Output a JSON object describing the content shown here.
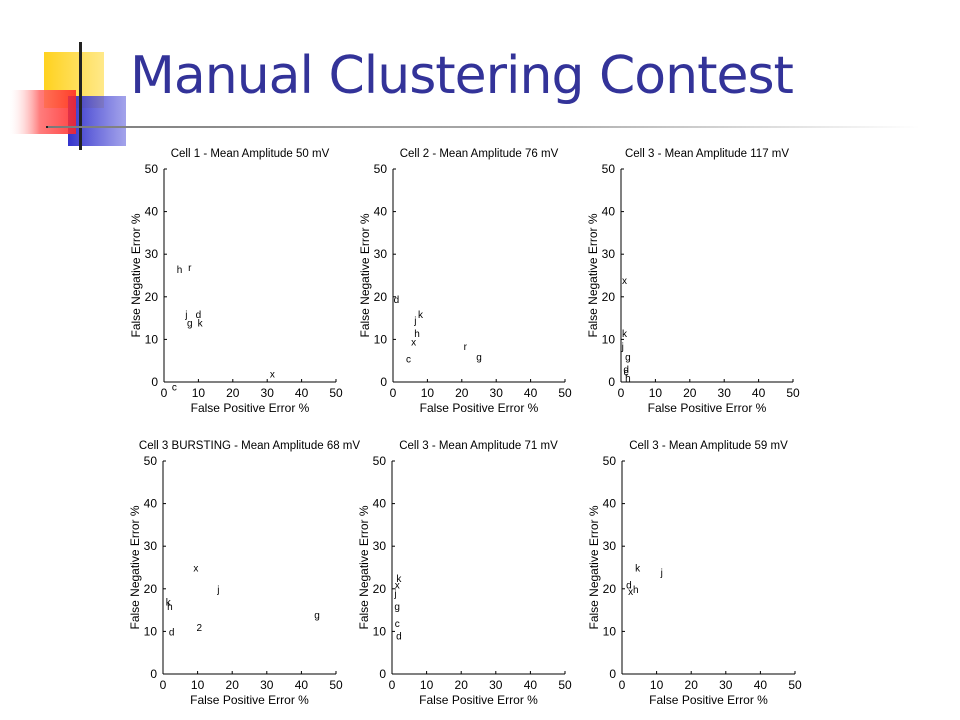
{
  "slide": {
    "title": "Manual Clustering Contest"
  },
  "chart_data": [
    {
      "type": "scatter",
      "title": "Cell 1 - Mean Amplitude 50 mV",
      "xlabel": "False Positive Error %",
      "ylabel": "False Negative Error %",
      "xlim": [
        0,
        50
      ],
      "ylim": [
        0,
        50
      ],
      "xticks": [
        "0",
        "10",
        "20",
        "30",
        "40",
        "50"
      ],
      "yticks": [
        "0",
        "10",
        "20",
        "30",
        "40",
        "50"
      ],
      "grid": false,
      "points": [
        {
          "label": "h",
          "x": 4.5,
          "y": 26.5
        },
        {
          "label": "r",
          "x": 7.5,
          "y": 27
        },
        {
          "label": "j",
          "x": 6.5,
          "y": 16
        },
        {
          "label": "d",
          "x": 10,
          "y": 16
        },
        {
          "label": "g",
          "x": 7.5,
          "y": 14
        },
        {
          "label": "k",
          "x": 10.5,
          "y": 14
        },
        {
          "label": "x",
          "x": 31.5,
          "y": 2
        },
        {
          "label": "c",
          "x": 3,
          "y": -1
        }
      ]
    },
    {
      "type": "scatter",
      "title": "Cell 2 - Mean Amplitude 76 mV",
      "xlabel": "False Positive Error %",
      "ylabel": "False Negative Error %",
      "xlim": [
        0,
        50
      ],
      "ylim": [
        0,
        50
      ],
      "xticks": [
        "0",
        "10",
        "20",
        "30",
        "40",
        "50"
      ],
      "yticks": [
        "0",
        "10",
        "20",
        "30",
        "40",
        "50"
      ],
      "grid": false,
      "points": [
        {
          "label": "d",
          "x": 1,
          "y": 19.5
        },
        {
          "label": "k",
          "x": 8,
          "y": 16
        },
        {
          "label": "j",
          "x": 6.5,
          "y": 14.5
        },
        {
          "label": "h",
          "x": 7,
          "y": 11.5
        },
        {
          "label": "x",
          "x": 6,
          "y": 9.5
        },
        {
          "label": "r",
          "x": 21,
          "y": 8.5
        },
        {
          "label": "g",
          "x": 25,
          "y": 6
        },
        {
          "label": "c",
          "x": 4.5,
          "y": 5.5
        }
      ]
    },
    {
      "type": "scatter",
      "title": "Cell 3 - Mean Amplitude 117 mV",
      "xlabel": "False Positive Error %",
      "ylabel": "False Negative Error %",
      "xlim": [
        0,
        50
      ],
      "ylim": [
        0,
        50
      ],
      "xticks": [
        "0",
        "10",
        "20",
        "30",
        "40",
        "50"
      ],
      "yticks": [
        "0",
        "10",
        "20",
        "30",
        "40",
        "50"
      ],
      "grid": false,
      "points": [
        {
          "label": "x",
          "x": 1,
          "y": 24
        },
        {
          "label": "k",
          "x": 1,
          "y": 11.5
        },
        {
          "label": "j",
          "x": 0.5,
          "y": 8.5
        },
        {
          "label": "g",
          "x": 2,
          "y": 6
        },
        {
          "label": "d",
          "x": 1.5,
          "y": 3
        },
        {
          "label": "c",
          "x": 1.5,
          "y": 2.5
        },
        {
          "label": "h",
          "x": 2,
          "y": 1
        }
      ]
    },
    {
      "type": "scatter",
      "title": "Cell 3 BURSTING - Mean Amplitude 68 mV",
      "xlabel": "False Positive Error %",
      "ylabel": "False Negative Error %",
      "xlim": [
        0,
        50
      ],
      "ylim": [
        0,
        50
      ],
      "xticks": [
        "0",
        "10",
        "20",
        "30",
        "40",
        "50"
      ],
      "yticks": [
        "0",
        "10",
        "20",
        "30",
        "40",
        "50"
      ],
      "grid": false,
      "points": [
        {
          "label": "x",
          "x": 9.5,
          "y": 25
        },
        {
          "label": "j",
          "x": 16,
          "y": 20
        },
        {
          "label": "k",
          "x": 1.5,
          "y": 17
        },
        {
          "label": "h",
          "x": 2,
          "y": 16
        },
        {
          "label": "g",
          "x": 44.5,
          "y": 14
        },
        {
          "label": "2",
          "x": 10.5,
          "y": 11
        },
        {
          "label": "d",
          "x": 2.5,
          "y": 10
        }
      ]
    },
    {
      "type": "scatter",
      "title": "Cell 3 - Mean Amplitude 71 mV",
      "xlabel": "False Positive Error %",
      "ylabel": "False Negative Error %",
      "xlim": [
        0,
        50
      ],
      "ylim": [
        0,
        50
      ],
      "xticks": [
        "0",
        "10",
        "20",
        "30",
        "40",
        "50"
      ],
      "yticks": [
        "0",
        "10",
        "20",
        "30",
        "40",
        "50"
      ],
      "grid": false,
      "points": [
        {
          "label": "k",
          "x": 2,
          "y": 22.5
        },
        {
          "label": "x",
          "x": 1.5,
          "y": 21
        },
        {
          "label": "j",
          "x": 1,
          "y": 19
        },
        {
          "label": "g",
          "x": 1.5,
          "y": 16
        },
        {
          "label": "c",
          "x": 1.5,
          "y": 12
        },
        {
          "label": "d",
          "x": 2,
          "y": 9
        }
      ]
    },
    {
      "type": "scatter",
      "title": "Cell 3 - Mean Amplitude 59 mV",
      "xlabel": "False Positive Error %",
      "ylabel": "False Negative Error %",
      "xlim": [
        0,
        50
      ],
      "ylim": [
        0,
        50
      ],
      "xticks": [
        "0",
        "10",
        "20",
        "30",
        "40",
        "50"
      ],
      "yticks": [
        "0",
        "10",
        "20",
        "30",
        "40",
        "50"
      ],
      "grid": false,
      "points": [
        {
          "label": "k",
          "x": 4.5,
          "y": 25
        },
        {
          "label": "j",
          "x": 11.5,
          "y": 24
        },
        {
          "label": "d",
          "x": 2,
          "y": 21
        },
        {
          "label": "h",
          "x": 4,
          "y": 20
        },
        {
          "label": "x",
          "x": 2.5,
          "y": 19.5
        }
      ]
    }
  ],
  "colors": {
    "title": "#333399",
    "logo_yellow": "#FFD21F",
    "logo_blue": "#3333CC",
    "logo_red": "#FF3333",
    "axis": "#000000"
  }
}
